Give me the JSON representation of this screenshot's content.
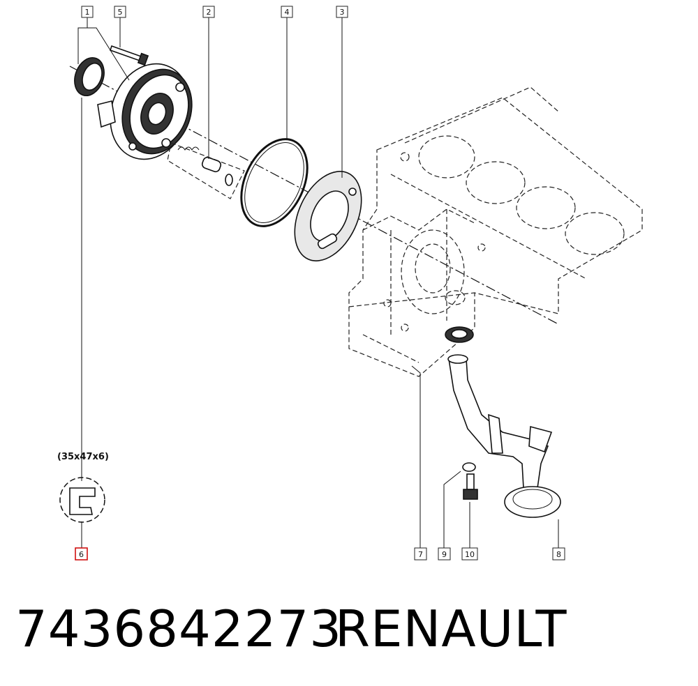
{
  "callouts": [
    {
      "id": "1",
      "label": "1"
    },
    {
      "id": "5",
      "label": "5"
    },
    {
      "id": "2",
      "label": "2"
    },
    {
      "id": "4",
      "label": "4"
    },
    {
      "id": "3",
      "label": "3"
    },
    {
      "id": "6",
      "label": "6"
    },
    {
      "id": "7",
      "label": "7"
    },
    {
      "id": "9",
      "label": "9"
    },
    {
      "id": "10",
      "label": "10"
    },
    {
      "id": "8",
      "label": "8"
    }
  ],
  "seal_size_note": "(35x47x6)",
  "footer": {
    "part_number": "7436842273",
    "brand": "RENAULT"
  },
  "colors": {
    "highlight_callout": "#d01010",
    "line": "#111111"
  }
}
